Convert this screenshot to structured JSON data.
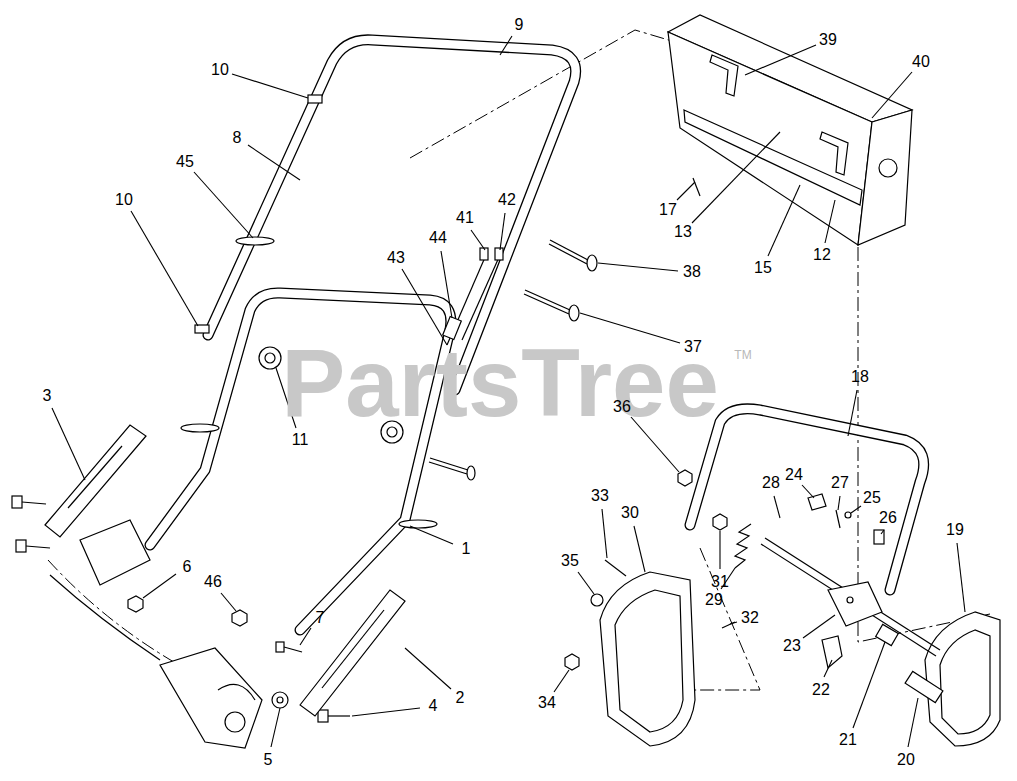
{
  "diagram": {
    "labels": [
      "9",
      "10",
      "39",
      "40",
      "8",
      "45",
      "42",
      "41",
      "44",
      "43",
      "17",
      "13",
      "15",
      "12",
      "38",
      "10",
      "37",
      "PartsTree",
      "TM",
      "11",
      "3",
      "18",
      "36",
      "24",
      "27",
      "28",
      "25",
      "26",
      "19",
      "33",
      "30",
      "1",
      "6",
      "46",
      "35",
      "31",
      "29",
      "7",
      "32",
      "23",
      "2",
      "4",
      "22",
      "34",
      "21",
      "5",
      "20"
    ]
  }
}
